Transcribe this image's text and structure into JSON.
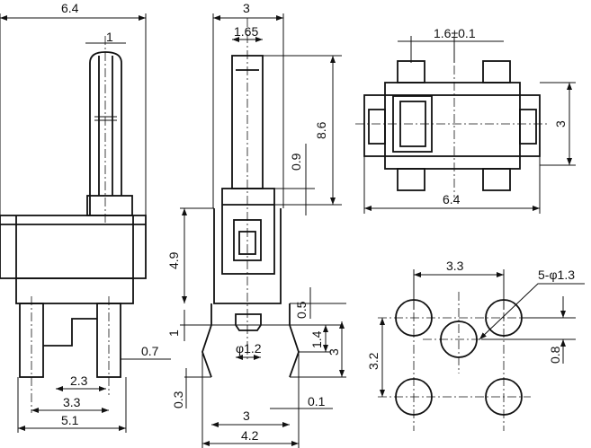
{
  "front_view": {
    "dims": {
      "width": "6.4",
      "lever_width": "1",
      "pin_offset": "0.7",
      "pin_pitch_inner": "2.3",
      "pin_pitch_outer": "3.3",
      "pin_span": "5.1"
    }
  },
  "side_view": {
    "dims": {
      "width": "3",
      "lever_width": "1.65",
      "lever_height": "8.6",
      "lever_step": "0.9",
      "body_height": "4.9",
      "flange": "0.5",
      "stub_height": "1",
      "stub_dia": "φ1.2",
      "leg_bend": "1.4",
      "leg_height": "3",
      "leg_tip": "0.3",
      "leg_offset": "0.1",
      "leg_inner": "3",
      "leg_outer": "4.2"
    }
  },
  "top_view": {
    "dims": {
      "pad_width": "1.6±0.1",
      "height": "3",
      "width": "6.4"
    }
  },
  "pcb_layout": {
    "dims": {
      "hole_pitch_x": "3.3",
      "holes": "5-φ1.3",
      "hole_pitch_y": "3.2",
      "center_offset": "0.8"
    }
  }
}
